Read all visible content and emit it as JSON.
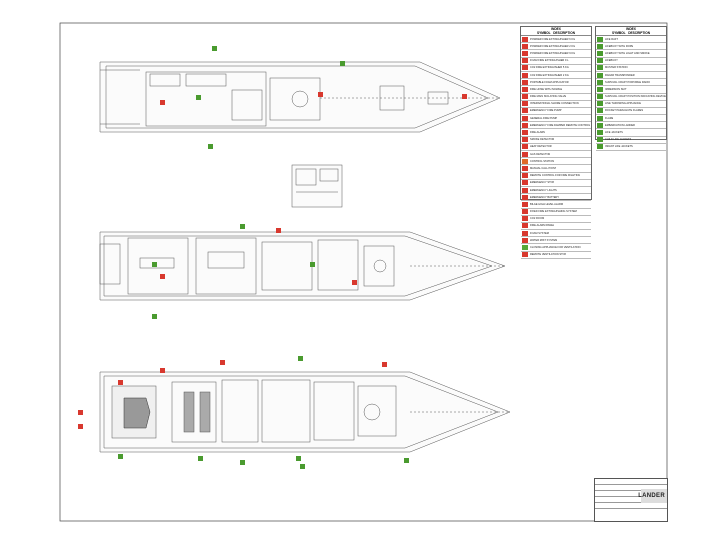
{
  "legend_left": {
    "title": "INDEX",
    "col_symbol": "SYMBOL",
    "col_description": "DESCRIPTION",
    "items": [
      {
        "label": "POWDER FIRE EXTINGUISHER 6 Kg",
        "color": "#d8382e"
      },
      {
        "label": "POWDER FIRE EXTINGUISHER 2 Kg",
        "color": "#d8382e"
      },
      {
        "label": "POWDER FIRE EXTINGUISHER 9 Kg",
        "color": "#d8382e"
      },
      {
        "label": "FOAM FIRE EXTINGUISHER 9 L",
        "color": "#d8382e"
      },
      {
        "label": "CO2 FIRE EXTINGUISHER 5 Kg",
        "color": "#d8382e"
      },
      {
        "label": "CO2 FIRE EXTINGUISHER 2 Kg",
        "color": "#d8382e"
      },
      {
        "label": "PORTABLE FOAM APPLICATOR",
        "color": "#d8382e"
      },
      {
        "label": "FIRE HOSE WITH NOZZLE",
        "color": "#d8382e"
      },
      {
        "label": "FIRE MAIN ISOLATING VALVE",
        "color": "#d8382e"
      },
      {
        "label": "INTERNATIONAL SHORE CONNECTION",
        "color": "#d8382e"
      },
      {
        "label": "EMERGENCY FIRE PUMP",
        "color": "#d8382e"
      },
      {
        "label": "GENERAL FIRE PUMP",
        "color": "#d8382e"
      },
      {
        "label": "EMERGENCY FIRE DAMPER REMOTE CONTROL",
        "color": "#d8382e"
      },
      {
        "label": "FIRE ALARM",
        "color": "#d8382e"
      },
      {
        "label": "SMOKE DETECTOR",
        "color": "#d8382e"
      },
      {
        "label": "HEAT DETECTOR",
        "color": "#d8382e"
      },
      {
        "label": "GAS DETECTOR",
        "color": "#d8382e"
      },
      {
        "label": "CONTROL STATION",
        "color": "#e06a2a"
      },
      {
        "label": "MANUAL CALL POINT",
        "color": "#d8382e"
      },
      {
        "label": "REMOTE CONTROL FOR FIRE FIGHTING",
        "color": "#d8382e"
      },
      {
        "label": "EMERGENCY STOP",
        "color": "#d8382e"
      },
      {
        "label": "EMERGENCY LIGHTS",
        "color": "#d8382e"
      },
      {
        "label": "EMERGENCY BATTERY",
        "color": "#d8382e"
      },
      {
        "label": "BILGE HIGH LEVEL ALARM",
        "color": "#d8382e"
      },
      {
        "label": "FIXED FIRE EXTINGUISHING SYSTEM",
        "color": "#d8382e"
      },
      {
        "label": "CO2 ROOM",
        "color": "#d8382e"
      },
      {
        "label": "FIRE ALARM PANEL",
        "color": "#d8382e"
      },
      {
        "label": "FOAM SYSTEM",
        "color": "#d8382e"
      },
      {
        "label": "WATER MIST SYSTEM",
        "color": "#d8382e"
      },
      {
        "label": "CLOSING APPLIANCE FOR VENTILATION",
        "color": "#55a83a"
      },
      {
        "label": "REMOTE VENTILATION STOP",
        "color": "#d8382e"
      }
    ]
  },
  "legend_right": {
    "title": "INDEX",
    "col_symbol": "SYMBOL",
    "col_description": "DESCRIPTION",
    "items": [
      {
        "label": "LIFE RAFT",
        "color": "#4a9b2f"
      },
      {
        "label": "LIFEBUOY WITH ROPE",
        "color": "#4a9b2f"
      },
      {
        "label": "LIFEBUOY WITH LIGHT AND SMOKE",
        "color": "#4a9b2f"
      },
      {
        "label": "LIFEBUOY",
        "color": "#4a9b2f"
      },
      {
        "label": "MUSTER STATION",
        "color": "#4a9b2f"
      },
      {
        "label": "RADAR TRANSPONDER",
        "color": "#4a9b2f"
      },
      {
        "label": "SURVIVAL CRAFT PORTABLE RADIO",
        "color": "#4a9b2f"
      },
      {
        "label": "IMMERSION SUIT",
        "color": "#4a9b2f"
      },
      {
        "label": "SURVIVAL CRAFT POSITION INDICATING DEVICE",
        "color": "#4a9b2f"
      },
      {
        "label": "LINE THROWING APPLIANCE",
        "color": "#4a9b2f"
      },
      {
        "label": "ROCKET PARACHUTE FLARES",
        "color": "#4a9b2f"
      },
      {
        "label": "FLARE",
        "color": "#4a9b2f"
      },
      {
        "label": "EMBARKATION LADDER",
        "color": "#4a9b2f"
      },
      {
        "label": "LIFE JACKETS",
        "color": "#4a9b2f"
      },
      {
        "label": "CHILD LIFE JACKETS",
        "color": "#4a9b2f"
      },
      {
        "label": "INFANT LIFE JACKETS",
        "color": "#4a9b2f"
      }
    ]
  },
  "title_block": {
    "logo": "LANDER"
  }
}
